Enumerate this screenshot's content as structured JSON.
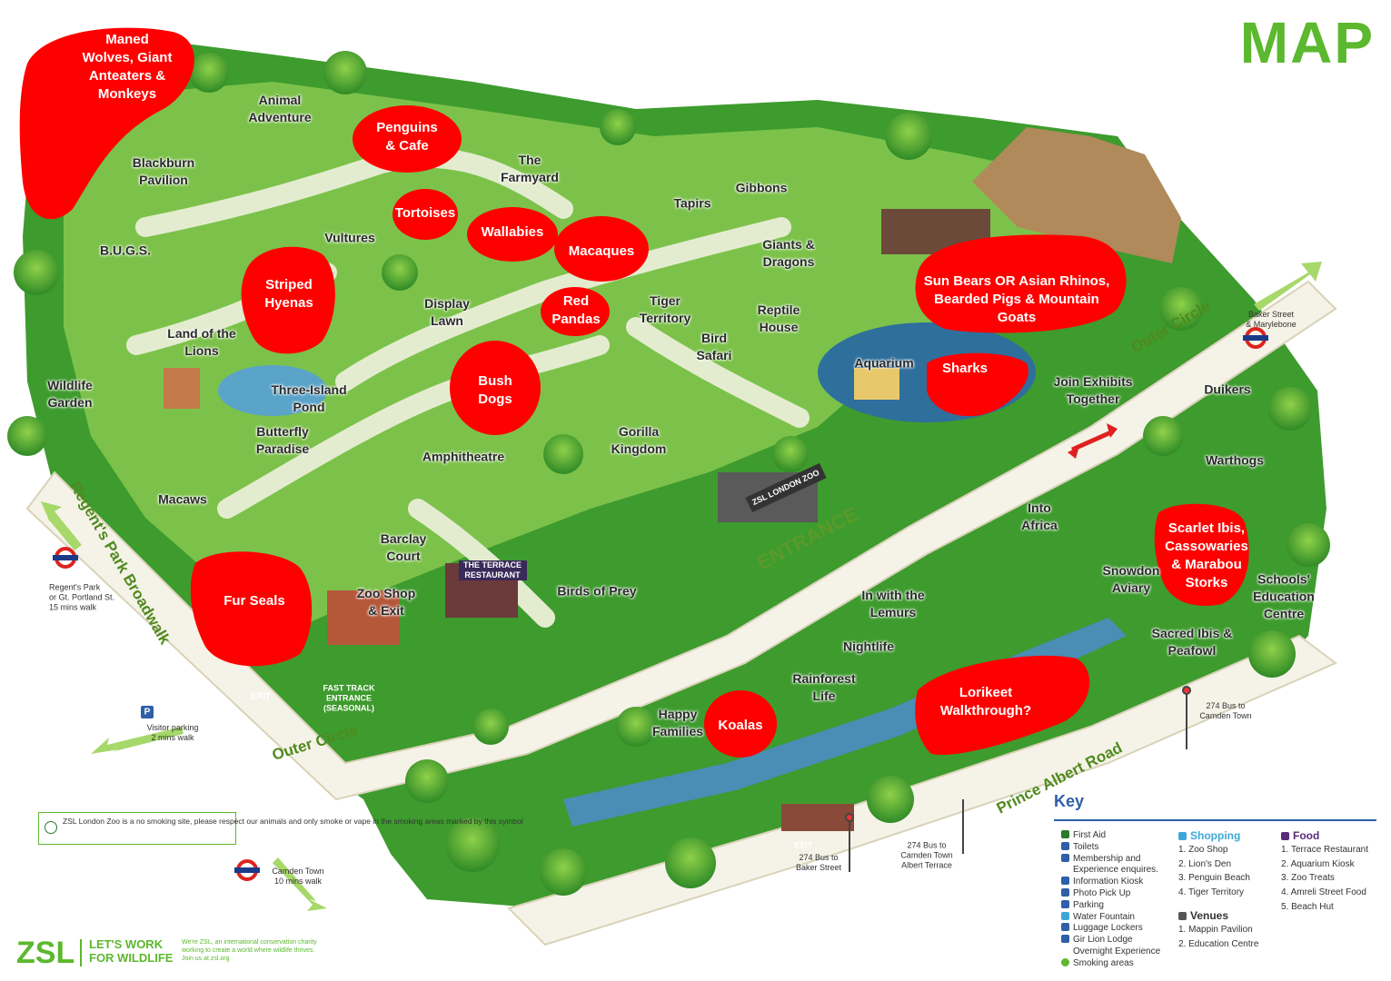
{
  "title": "MAP",
  "exhibits": [
    {
      "id": "animal-adventure",
      "label": "Animal\nAdventure"
    },
    {
      "id": "blackburn-pavilion",
      "label": "Blackburn\nPavilion"
    },
    {
      "id": "bugs",
      "label": "B.U.G.S."
    },
    {
      "id": "vultures",
      "label": "Vultures"
    },
    {
      "id": "the-farmyard",
      "label": "The\nFarmyard"
    },
    {
      "id": "tapirs",
      "label": "Tapirs"
    },
    {
      "id": "gibbons",
      "label": "Gibbons"
    },
    {
      "id": "giants-dragons",
      "label": "Giants &\nDragons"
    },
    {
      "id": "display-lawn",
      "label": "Display\nLawn"
    },
    {
      "id": "tiger-territory",
      "label": "Tiger\nTerritory"
    },
    {
      "id": "reptile-house",
      "label": "Reptile\nHouse"
    },
    {
      "id": "bird-safari",
      "label": "Bird\nSafari"
    },
    {
      "id": "aquarium",
      "label": "Aquarium"
    },
    {
      "id": "land-of-lions",
      "label": "Land of the\nLions"
    },
    {
      "id": "wildlife-garden",
      "label": "Wildlife\nGarden"
    },
    {
      "id": "three-island-pond",
      "label": "Three-Island\nPond"
    },
    {
      "id": "butterfly-paradise",
      "label": "Butterfly\nParadise"
    },
    {
      "id": "gorilla-kingdom",
      "label": "Gorilla\nKingdom"
    },
    {
      "id": "amphitheatre",
      "label": "Amphitheatre"
    },
    {
      "id": "macaws",
      "label": "Macaws"
    },
    {
      "id": "barclay-court",
      "label": "Barclay\nCourt"
    },
    {
      "id": "zoo-shop-exit",
      "label": "Zoo Shop\n& Exit"
    },
    {
      "id": "birds-of-prey",
      "label": "Birds of Prey"
    },
    {
      "id": "join-exhibits",
      "label": "Join Exhibits\nTogether"
    },
    {
      "id": "duikers",
      "label": "Duikers"
    },
    {
      "id": "warthogs",
      "label": "Warthogs"
    },
    {
      "id": "into-africa",
      "label": "Into\nAfrica"
    },
    {
      "id": "in-with-lemurs",
      "label": "In with the\nLemurs"
    },
    {
      "id": "snowdon-aviary",
      "label": "Snowdon\nAviary"
    },
    {
      "id": "schools-education",
      "label": "Schools'\nEducation\nCentre"
    },
    {
      "id": "sacred-ibis",
      "label": "Sacred Ibis &\nPeafowl"
    },
    {
      "id": "nightlife",
      "label": "Nightlife"
    },
    {
      "id": "rainforest-life",
      "label": "Rainforest\nLife"
    },
    {
      "id": "happy-families",
      "label": "Happy\nFamilies"
    }
  ],
  "annotations": [
    {
      "id": "maned-wolves",
      "label": "Maned\nWolves, Giant\nAnteaters &\nMonkeys"
    },
    {
      "id": "penguins-cafe",
      "label": "Penguins\n& Cafe"
    },
    {
      "id": "tortoises",
      "label": "Tortoises"
    },
    {
      "id": "wallabies",
      "label": "Wallabies"
    },
    {
      "id": "macaques",
      "label": "Macaques"
    },
    {
      "id": "red-pandas",
      "label": "Red\nPandas"
    },
    {
      "id": "striped-hyenas",
      "label": "Striped\nHyenas"
    },
    {
      "id": "bush-dogs",
      "label": "Bush\nDogs"
    },
    {
      "id": "sun-bears",
      "label": "Sun Bears OR Asian Rhinos,\nBearded Pigs & Mountain\nGoats"
    },
    {
      "id": "sharks",
      "label": "Sharks"
    },
    {
      "id": "fur-seals",
      "label": "Fur Seals"
    },
    {
      "id": "koalas",
      "label": "Koalas"
    },
    {
      "id": "lorikeet",
      "label": "Lorikeet\nWalkthrough?"
    },
    {
      "id": "scarlet-ibis",
      "label": "Scarlet Ibis,\nCassowaries\n& Marabou\nStorks"
    }
  ],
  "roads": {
    "outer_circle_top": "Outer Circle",
    "outer_circle_bottom": "Outer Circle",
    "entrance": "ENTRANCE",
    "broadwalk": "Regent's Park Broadwalk",
    "prince_albert": "Prince Albert Road"
  },
  "signs": {
    "zsl_gate": "ZSL LONDON ZOO",
    "terrace": "THE TERRACE\nRESTAURANT",
    "exit": "EXIT",
    "fast_track": "FAST TRACK\nENTRANCE\n(SEASONAL)",
    "exit_canal": "EXIT",
    "baker_street": "Baker Street\n& Marylebone",
    "regents_park": "Regent's Park\nor Gt. Portland St.\n15 mins walk",
    "visitor_parking": "Visitor parking\n2 mins walk",
    "camden_town": "Camden Town\n10 mins walk",
    "bus_baker": "274 Bus to\nBaker Street",
    "bus_camden_albert": "274 Bus to\nCamden Town\nAlbert Terrace",
    "bus_camden_right": "274 Bus to\nCamden Town",
    "parking_letter": "P"
  },
  "smoking_notice": "ZSL London Zoo is a no smoking site, please respect our animals and only smoke or vape in the smoking areas marked by this symbol",
  "key": {
    "title": "Key",
    "facilities": [
      "First Aid",
      "Toilets",
      "Membership and",
      "Experience enquires.",
      "Information Kiosk",
      "Photo Pick Up",
      "Parking",
      "Water Fountain",
      "Luggage Lockers",
      "Gir Lion Lodge",
      "Overnight Experience",
      "Smoking areas"
    ],
    "shopping_title": "Shopping",
    "shopping": [
      "1. Zoo Shop",
      "2. Lion's Den",
      "3. Penguin Beach",
      "4. Tiger Territory"
    ],
    "venues_title": "Venues",
    "venues": [
      "1. Mappin Pavilion",
      "2. Education Centre"
    ],
    "food_title": "Food",
    "food": [
      "1. Terrace Restaurant",
      "2. Aquarium Kiosk",
      "3. Zoo Treats",
      "4. Amreli Street Food",
      "5. Beach Hut"
    ]
  },
  "footer": {
    "logo": "ZSL",
    "slogan": "LET'S WORK\nFOR WILDLIFE",
    "blurb": "We're ZSL, an international conservation charity\nworking to create a world where wildlife thrives.\nJoin us at zsl.org"
  },
  "colors": {
    "map_green": "#5cb82e",
    "annotation_red": "#ff0000",
    "key_blue": "#2e5fa8",
    "path": "#dfe8c8",
    "water": "#4a8db5"
  }
}
